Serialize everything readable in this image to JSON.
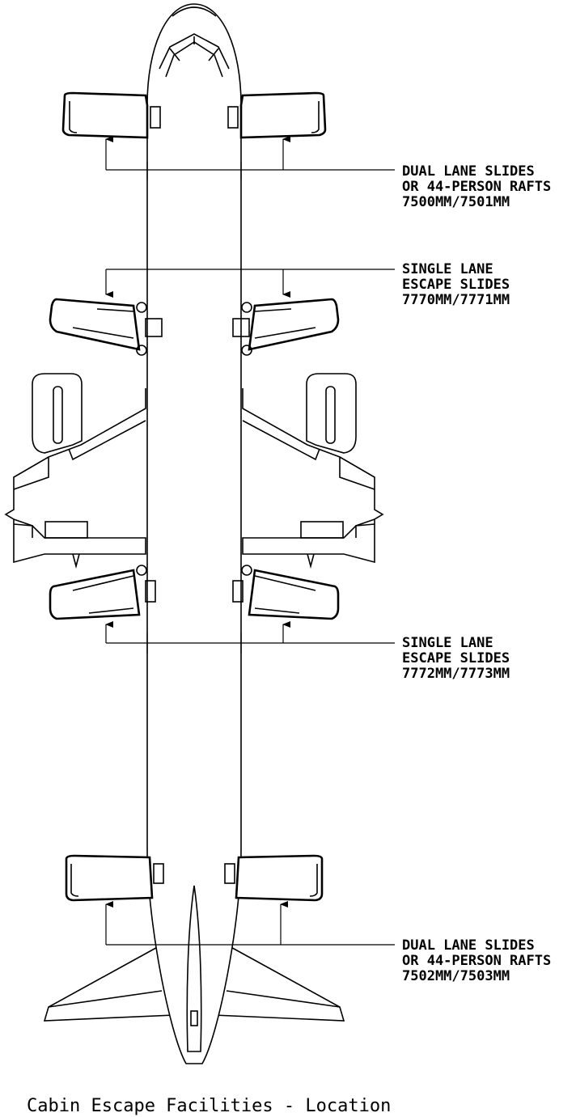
{
  "caption": "Cabin Escape Facilities - Location",
  "callouts": [
    {
      "lines": [
        "DUAL LANE SLIDES",
        "OR 44-PERSON RAFTS",
        "7500MM/7501MM"
      ]
    },
    {
      "lines": [
        "SINGLE LANE",
        "ESCAPE SLIDES",
        "7770MM/7771MM"
      ]
    },
    {
      "lines": [
        "SINGLE LANE",
        "ESCAPE SLIDES",
        "7772MM/7773MM"
      ]
    },
    {
      "lines": [
        "DUAL LANE SLIDES",
        "OR 44-PERSON RAFTS",
        "7502MM/7503MM"
      ]
    }
  ]
}
